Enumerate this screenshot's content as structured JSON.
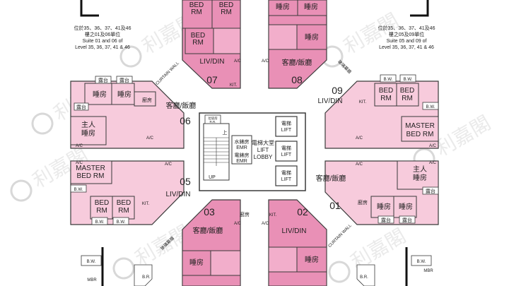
{
  "colors": {
    "unit_dark": "#e990b6",
    "unit_light": "#f7cbdc",
    "unit_mid": "#f2aecb",
    "wall": "#3a3a3a",
    "core": "#ffffff",
    "watermark": "#d0d0d0"
  },
  "watermark": {
    "text": "利嘉閣",
    "icon": "ricacorp-logo-icon"
  },
  "notes": {
    "left": [
      "位於35、36、37、41及46",
      "樓之01及06單位",
      "Suite 01 and 06 of",
      "Level 35, 36, 37, 41 & 46"
    ],
    "right": [
      "位於35、36、37、41及46",
      "樓之05及09單位",
      "Suite 05 and 09 of",
      "Level 35, 36, 37, 41 & 46"
    ]
  },
  "units": [
    "01",
    "02",
    "03",
    "05",
    "06",
    "07",
    "08",
    "09"
  ],
  "room_labels": {
    "living_dining_cn": "客廳/飯廳",
    "living_dining_en": "LIV/DIN",
    "bedroom_cn": "睡房",
    "bedroom_en_1": "BED",
    "bedroom_en_2": "RM",
    "master_cn": "主人睡房",
    "master_cn_1": "主人",
    "master_cn_2": "睡房",
    "master_en_1": "MASTER",
    "master_en_2": "BED RM",
    "kitchen_cn": "廚房",
    "kitchen_en": "KIT.",
    "bathroom": "B.W.",
    "ac": "A/C",
    "balcony": "露台",
    "curtain_wall_cn": "玻璃幕牆",
    "curtain_wall_en": "CURTAIN WALL",
    "mbr": "MBR",
    "br": "B.R."
  },
  "core": {
    "lift_cn": "電梯",
    "lift_en": "LIFT",
    "lobby_cn": "電梯大堂",
    "lobby_en_1": "LIFT",
    "lobby_en_2": "LOBBY",
    "emr_cn_1": "水錶房",
    "emr_cn_2": "電錶房",
    "emr_en": "EMR",
    "up": "UP",
    "up_cn": "上",
    "refuse": "垃圾房",
    "refuse_en": "R.R."
  }
}
